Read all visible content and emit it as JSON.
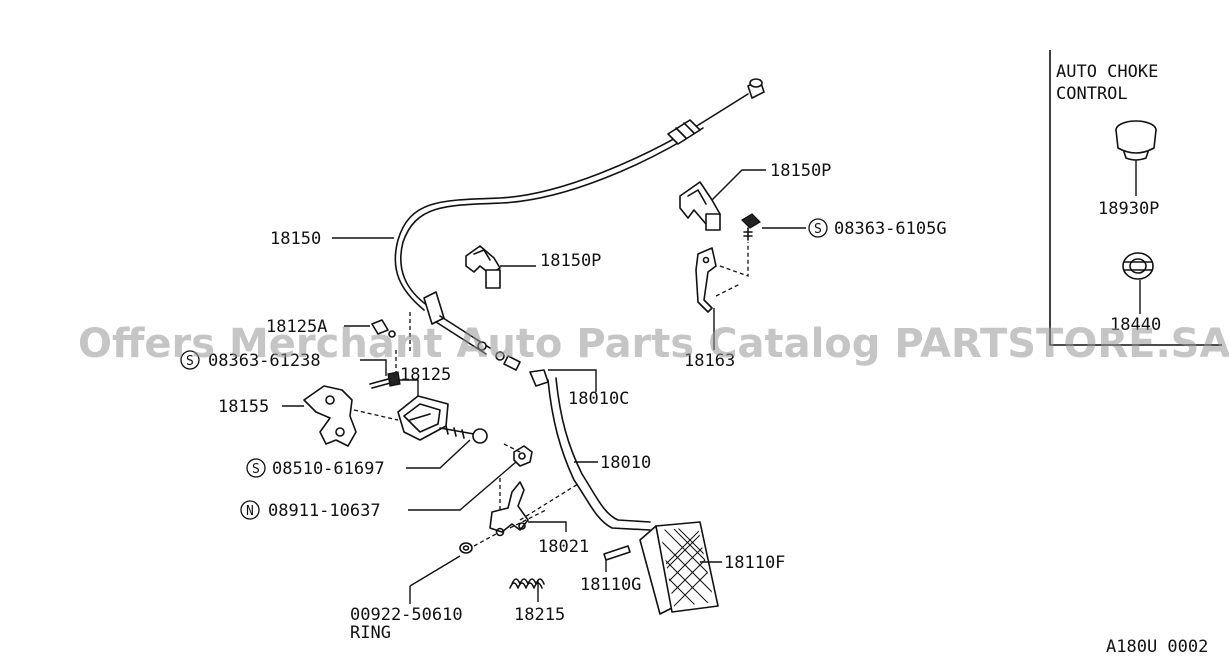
{
  "inset": {
    "title_line1": "AUTO CHOKE",
    "title_line2": "CONTROL",
    "part_upper": "18930P",
    "part_lower": "18440"
  },
  "labels": {
    "p18150": "18150",
    "p18150p_upper": "18150P",
    "p18150p_lower": "18150P",
    "s08363_6105g": "08363-6105G",
    "p18163": "18163",
    "p18125a": "18125A",
    "s08363_61238": "08363-61238",
    "p18125": "18125",
    "p18155": "18155",
    "p18010c": "18010C",
    "p18010": "18010",
    "s08510_61697": "08510-61697",
    "n08911_10637": "08911-10637",
    "p18021": "18021",
    "p18110f": "18110F",
    "p18110g": "18110G",
    "p00922_50610": "00922-50610",
    "ring": "RING",
    "p18215": "18215"
  },
  "markers": {
    "s": "S",
    "n": "N"
  },
  "watermark": "Offers Merchant Auto Parts Catalog PARTSTORE.SA",
  "figure_code": "A180U 0002"
}
